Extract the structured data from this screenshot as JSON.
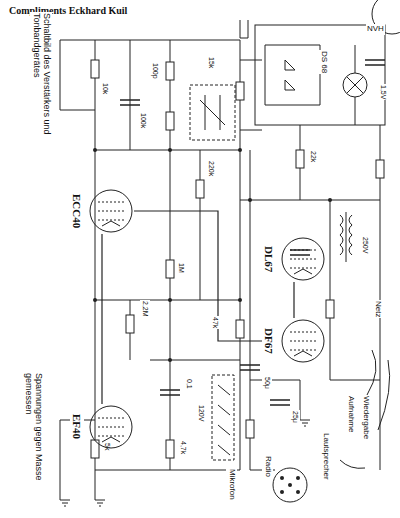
{
  "diagram": {
    "nodes": [
      {
        "text": [
          "ECC40"
        ]
      },
      {
        "text": [
          "DL67"
        ]
      },
      {
        "text": [
          "DF67"
        ]
      },
      {
        "text": [
          "EF40"
        ]
      }
    ],
    "edges": [
      {
        "from": 3,
        "to": 0,
        "arrow": "none"
      },
      {
        "from": 2,
        "to": 1,
        "arrow": "none"
      },
      {
        "from": 0,
        "to": 2,
        "arrow": "none"
      }
    ],
    "labels": [
      "Compliments Eckhard Kuil",
      "Schaltbild des Verstärkers und Tonbandgerätes",
      "Spannungen gegen Masse gemessen",
      "DS 68",
      "NVH",
      "Aufnahme",
      "Wiedergabe",
      "Netz",
      "Lautsprecher",
      "Mikrofon",
      "Radio",
      "10k",
      "100k",
      "1M",
      "47k",
      "2,2M",
      "250V",
      "0,1",
      "50μ",
      "220k",
      "4,7k",
      "5k",
      "25μ",
      "100p",
      "22k",
      "1,5V",
      "120V",
      "15k"
    ]
  }
}
